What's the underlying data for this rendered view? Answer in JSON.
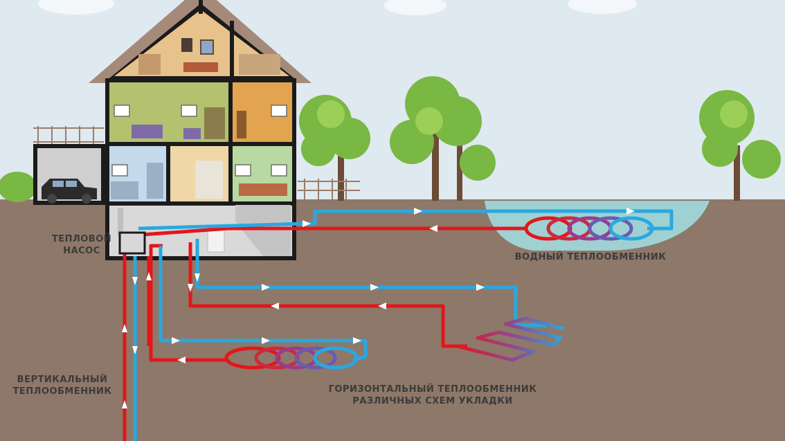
{
  "labels": {
    "heat_pump": [
      "ТЕПЛОВОЙ",
      "НАСОС"
    ],
    "water_exchanger": "ВОДНЫЙ ТЕПЛООБМЕННИК",
    "vertical_exchanger": [
      "ВЕРТИКАЛЬНЫЙ",
      "ТЕПЛООБМЕННИК"
    ],
    "horizontal_exchanger": [
      "ГОРИЗОНТАЛЬНЫЙ ТЕПЛООБМЕННИК",
      "РАЗЛИЧНЫХ СХЕМ УКЛАДКИ"
    ]
  },
  "colors": {
    "sky": "#dfe9f0",
    "ground": "#8e7869",
    "pond": "#9fd1d3",
    "hot_pipe": "#e3161b",
    "cold_pipe": "#2aa8e0",
    "house_frame": "#1b1b1b",
    "roof": "#a58a7a",
    "tree_green": "#79b843",
    "trunk": "#6d4b36"
  },
  "icons": [
    "house",
    "car",
    "tree",
    "pond",
    "heat-pump-box",
    "flow-arrow"
  ]
}
